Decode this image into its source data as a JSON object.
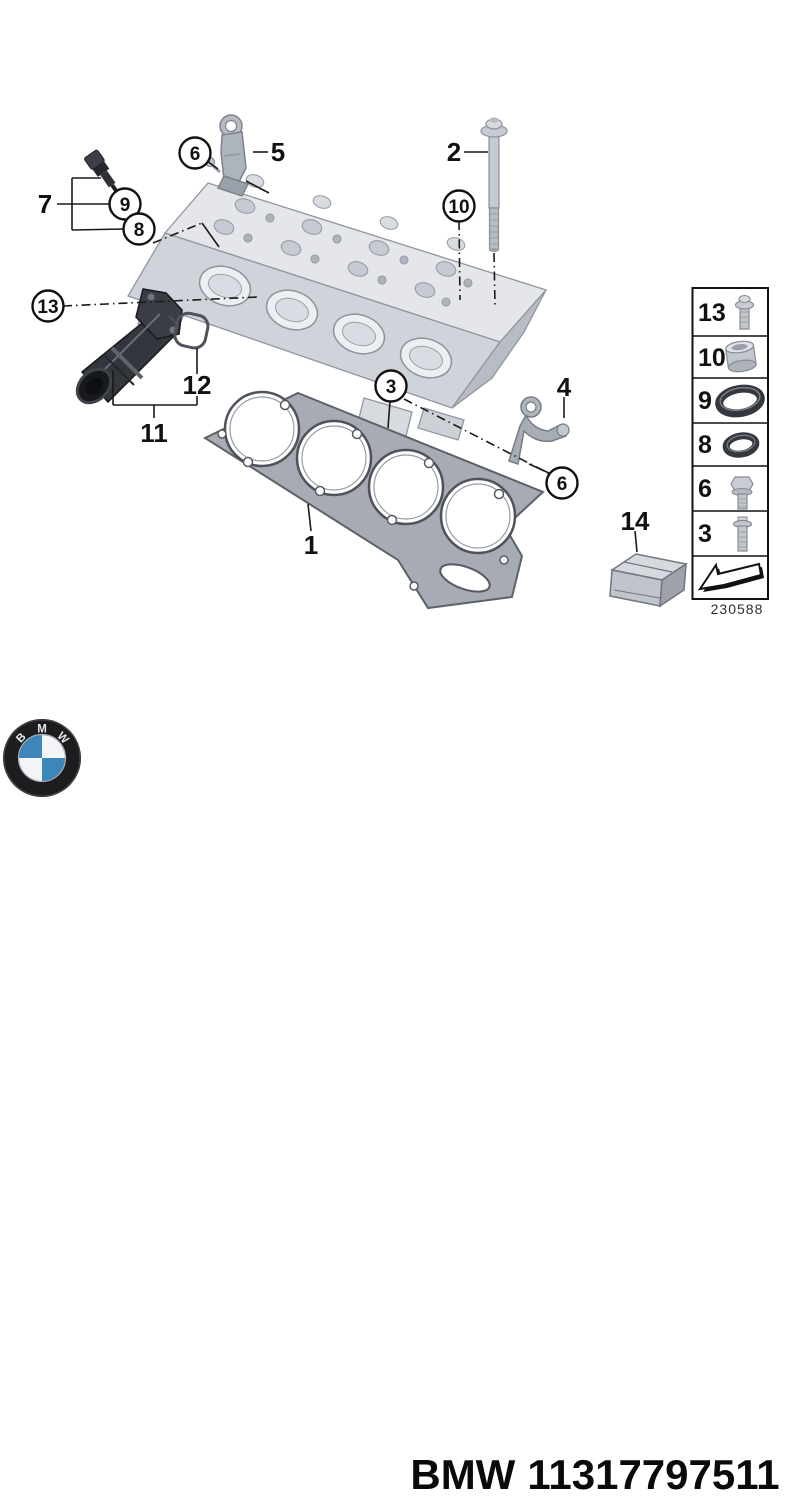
{
  "footer": {
    "brand": "BMW",
    "part_number": "11317797511"
  },
  "panel": {
    "diagram_number": "230588",
    "rows": [
      {
        "label": "13",
        "part": "flange-bolt-short"
      },
      {
        "label": "10",
        "part": "dowel-sleeve"
      },
      {
        "label": "9",
        "part": "o-ring-large"
      },
      {
        "label": "8",
        "part": "o-ring-small"
      },
      {
        "label": "6",
        "part": "hex-flange-bolt"
      },
      {
        "label": "3",
        "part": "flange-bolt-long"
      }
    ],
    "footer_symbol": "direction-arrow"
  },
  "callouts": {
    "circled": {
      "c6_top": "6",
      "c9": "9",
      "c8": "8",
      "c13": "13",
      "c10": "10",
      "c3": "3",
      "c6_right": "6"
    },
    "plain": {
      "l7": "7",
      "l5": "5",
      "l2": "2",
      "l12": "12",
      "l11": "11",
      "l1": "1",
      "l4": "4",
      "l14": "14"
    }
  }
}
